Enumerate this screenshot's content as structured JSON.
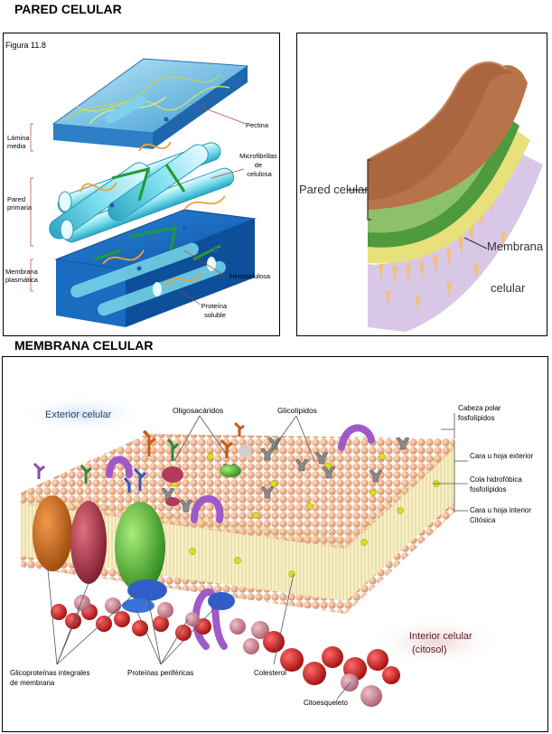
{
  "headings": {
    "pared": "PARED CELULAR",
    "membrana": "MEMBRANA CELULAR"
  },
  "fig1": {
    "figure_label": "Figura 11.8",
    "left_labels": {
      "lamina_1": "Lámina",
      "lamina_2": "media",
      "pared_1": "Pared",
      "pared_2": "primaria",
      "membrana_1": "Membrana",
      "membrana_2": "plasmática"
    },
    "right_labels": {
      "pectina": "Pectina",
      "microfibrillas_1": "Microfibrillas",
      "microfibrillas_2": "de",
      "microfibrillas_3": "celulosa",
      "hemicelulosa": "Hemicelulosa",
      "proteina_1": "Proteína",
      "proteina_2": "soluble"
    }
  },
  "fig2": {
    "pared_label": "Pared celular",
    "membrana_1": "Membrana",
    "membrana_2": "celular"
  },
  "fig3": {
    "exterior": "Exterior celular",
    "interior_1": "Interior celular",
    "interior_2": "(citosol)",
    "oligosacaridos": "Oligosacáridos",
    "glicolipidos": "Glicolípidos",
    "cabeza_1": "Cabeza polar",
    "cabeza_2": "fosfolípidos",
    "cara_exterior": "Cara u hoja exterior",
    "cola_1": "Cola hidrofóbica",
    "cola_2": "fosfolípidos",
    "cara_interior_1": "Cara u hoja interior",
    "cara_interior_2": "Citósica",
    "glicoproteinas_1": "Glicoproteínas integrales",
    "glicoproteinas_2": "de membrana",
    "proteinas_perifericas": "Proteínas periféricas",
    "colesterol": "Colesterol",
    "citoesqueleto": "Citoesqueleto"
  },
  "colors": {
    "blue_plate": "#1d6fc4",
    "fiber": "#7fe0ee",
    "brown_wall": "#b8734a",
    "green_layer": "#4e9a3c",
    "yellow_layer": "#e8e07a",
    "head": "#f0b48a",
    "protein_green": "#5fb840",
    "cytoskeleton": "#cc1a1a"
  }
}
